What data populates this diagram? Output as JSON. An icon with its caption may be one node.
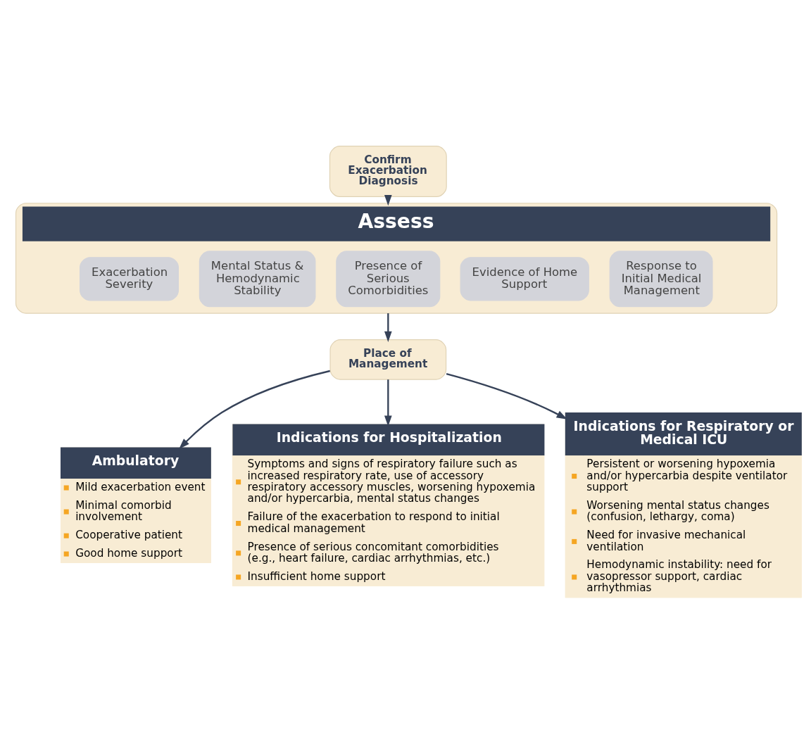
{
  "diagram": {
    "nodes": [
      {
        "text": [
          "Confirm Exacerbation Diagnosis"
        ]
      },
      {
        "text": [
          "Assess"
        ]
      },
      {
        "text": [
          "Exacerbation Severity"
        ],
        "in": 1
      },
      {
        "text": [
          "Mental Status & Hemodynamic Stability"
        ],
        "in": 1
      },
      {
        "text": [
          "Presence of Serious Comorbidities"
        ],
        "in": 1
      },
      {
        "text": [
          "Evidence of Home Support"
        ],
        "in": 1
      },
      {
        "text": [
          "Response to Initial Medical Management"
        ],
        "in": 1
      },
      {
        "text": [
          "Place of Management"
        ]
      },
      {
        "text": [
          "Ambulatory",
          "Mild exacerbation event",
          "Minimal comorbid involvement",
          "Cooperative patient",
          "Good home support"
        ]
      },
      {
        "text": [
          "Indications for Hospitalization",
          "Symptoms and signs of respiratory failure such as increased respiratory rate, use of accessory respiratory accessory muscles, worsening hypoxemia and/or hypercarbia, mental status changes",
          "Failure of the exacerbation to respond to initial medical management",
          "Presence of serious concomitant comorbidities (e.g., heart failure, cardiac arrhythmias, etc.)",
          "Insufficient home support"
        ]
      },
      {
        "text": [
          "Indications for Respiratory or Medical ICU",
          "Persistent or worsening hypoxemia and/or hypercarbia despite ventilator support",
          "Worsening mental status changes (confusion, lethargy, coma)",
          "Need for invasive mechanical ventilation",
          "Hemodynamic instability: need for vasopressor support, cardiac arrhythmias"
        ]
      }
    ],
    "edges": [
      {
        "from": 0,
        "to": 1,
        "arrow": "to"
      },
      {
        "from": 1,
        "to": 7,
        "arrow": "to"
      },
      {
        "from": 7,
        "to": 8,
        "arrow": "to"
      },
      {
        "from": 7,
        "to": 9,
        "arrow": "to"
      },
      {
        "from": 7,
        "to": 10,
        "arrow": "to"
      }
    ]
  }
}
